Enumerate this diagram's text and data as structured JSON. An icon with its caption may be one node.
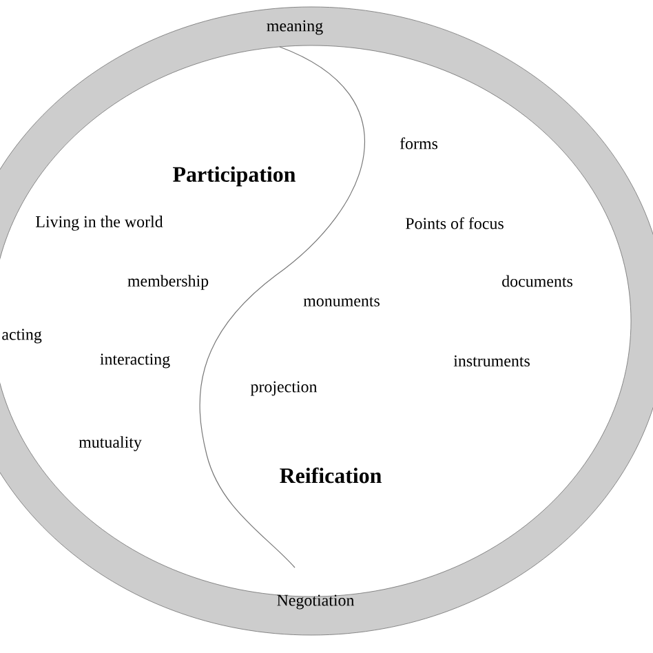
{
  "diagram": {
    "labels": [
      "meaning",
      "forms",
      "Participation",
      "Living in the world",
      "Points of focus",
      "membership",
      "documents",
      "monuments",
      "acting",
      "interacting",
      "instruments",
      "projection",
      "mutuality",
      "Reification",
      "Negotiation"
    ]
  }
}
